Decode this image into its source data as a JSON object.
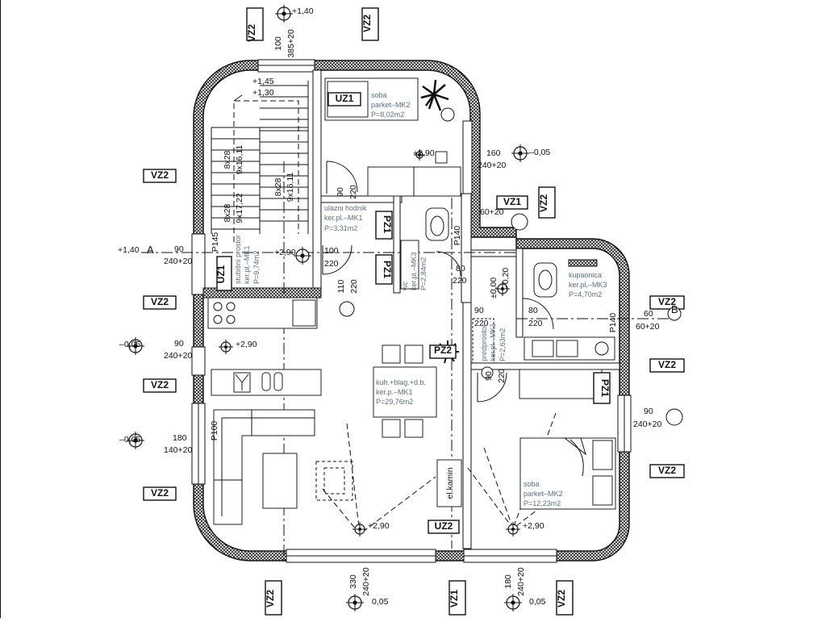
{
  "tags": {
    "vz2": "VZ2",
    "vz1": "VZ1",
    "uz1": "UZ1",
    "uz2": "UZ2",
    "pz1": "PZ1",
    "pz2": "PZ2"
  },
  "rooms": {
    "soba1": {
      "name": "soba",
      "finish": "parket–MK2",
      "area": "P=8,02m2"
    },
    "hodnik": {
      "name": "ulazni hodnik",
      "finish": "ker.pl.–MK1",
      "area": "P=3,31m2"
    },
    "prostor": {
      "name": "stubišni prostor",
      "finish": "ker.pl.–MK1",
      "area": "P=9,74m2"
    },
    "wc": {
      "name": "wc",
      "finish": "ker.pl.–MK3",
      "area": "P=2,84m2"
    },
    "kupaonica": {
      "name": "kupaonica",
      "finish": "ker.pl.–MK3",
      "area": "P=4,70m2"
    },
    "predprostor": {
      "name": "predprostor",
      "finish": "ker.pl.–MK1",
      "area": "P=2,63m2"
    },
    "kuhinja": {
      "name": "kuh.+blag.+d.b.",
      "finish": "ker.p.–MK1",
      "area": "P=29,76m2"
    },
    "soba2": {
      "name": "soba",
      "finish": "parket–MK2",
      "area": "P=12,23m2"
    },
    "kamin": "el.kamin"
  },
  "levels": {
    "top": "+1,40",
    "stair_top_1": "+1,45",
    "stair_top_2": "+1,30",
    "floor": "+2,90",
    "neg_005": "–0,05",
    "pos_005": "0,05",
    "left_140": "+1,40",
    "plus_minus": "±0,00",
    "neg_020": "–0,20"
  },
  "dims": {
    "d100": "100",
    "d385": "385+20",
    "d160": "160",
    "d240": "240+20",
    "d90": "90",
    "d220": "220",
    "d80": "80",
    "d110": "110",
    "d60": "60",
    "d60_20": "60+20",
    "d180": "180",
    "d140_20": "140+20",
    "d330": "330",
    "p100": "P100",
    "p140": "P140",
    "p145": "P145",
    "stair_a1": "8x28",
    "stair_a2": "9x17,22",
    "stair_b1": "8x28",
    "stair_b2": "9x16,11",
    "stair_c1": "8x28",
    "stair_c2": "9x16,11"
  },
  "axes": {
    "a": "A",
    "b": "B"
  }
}
